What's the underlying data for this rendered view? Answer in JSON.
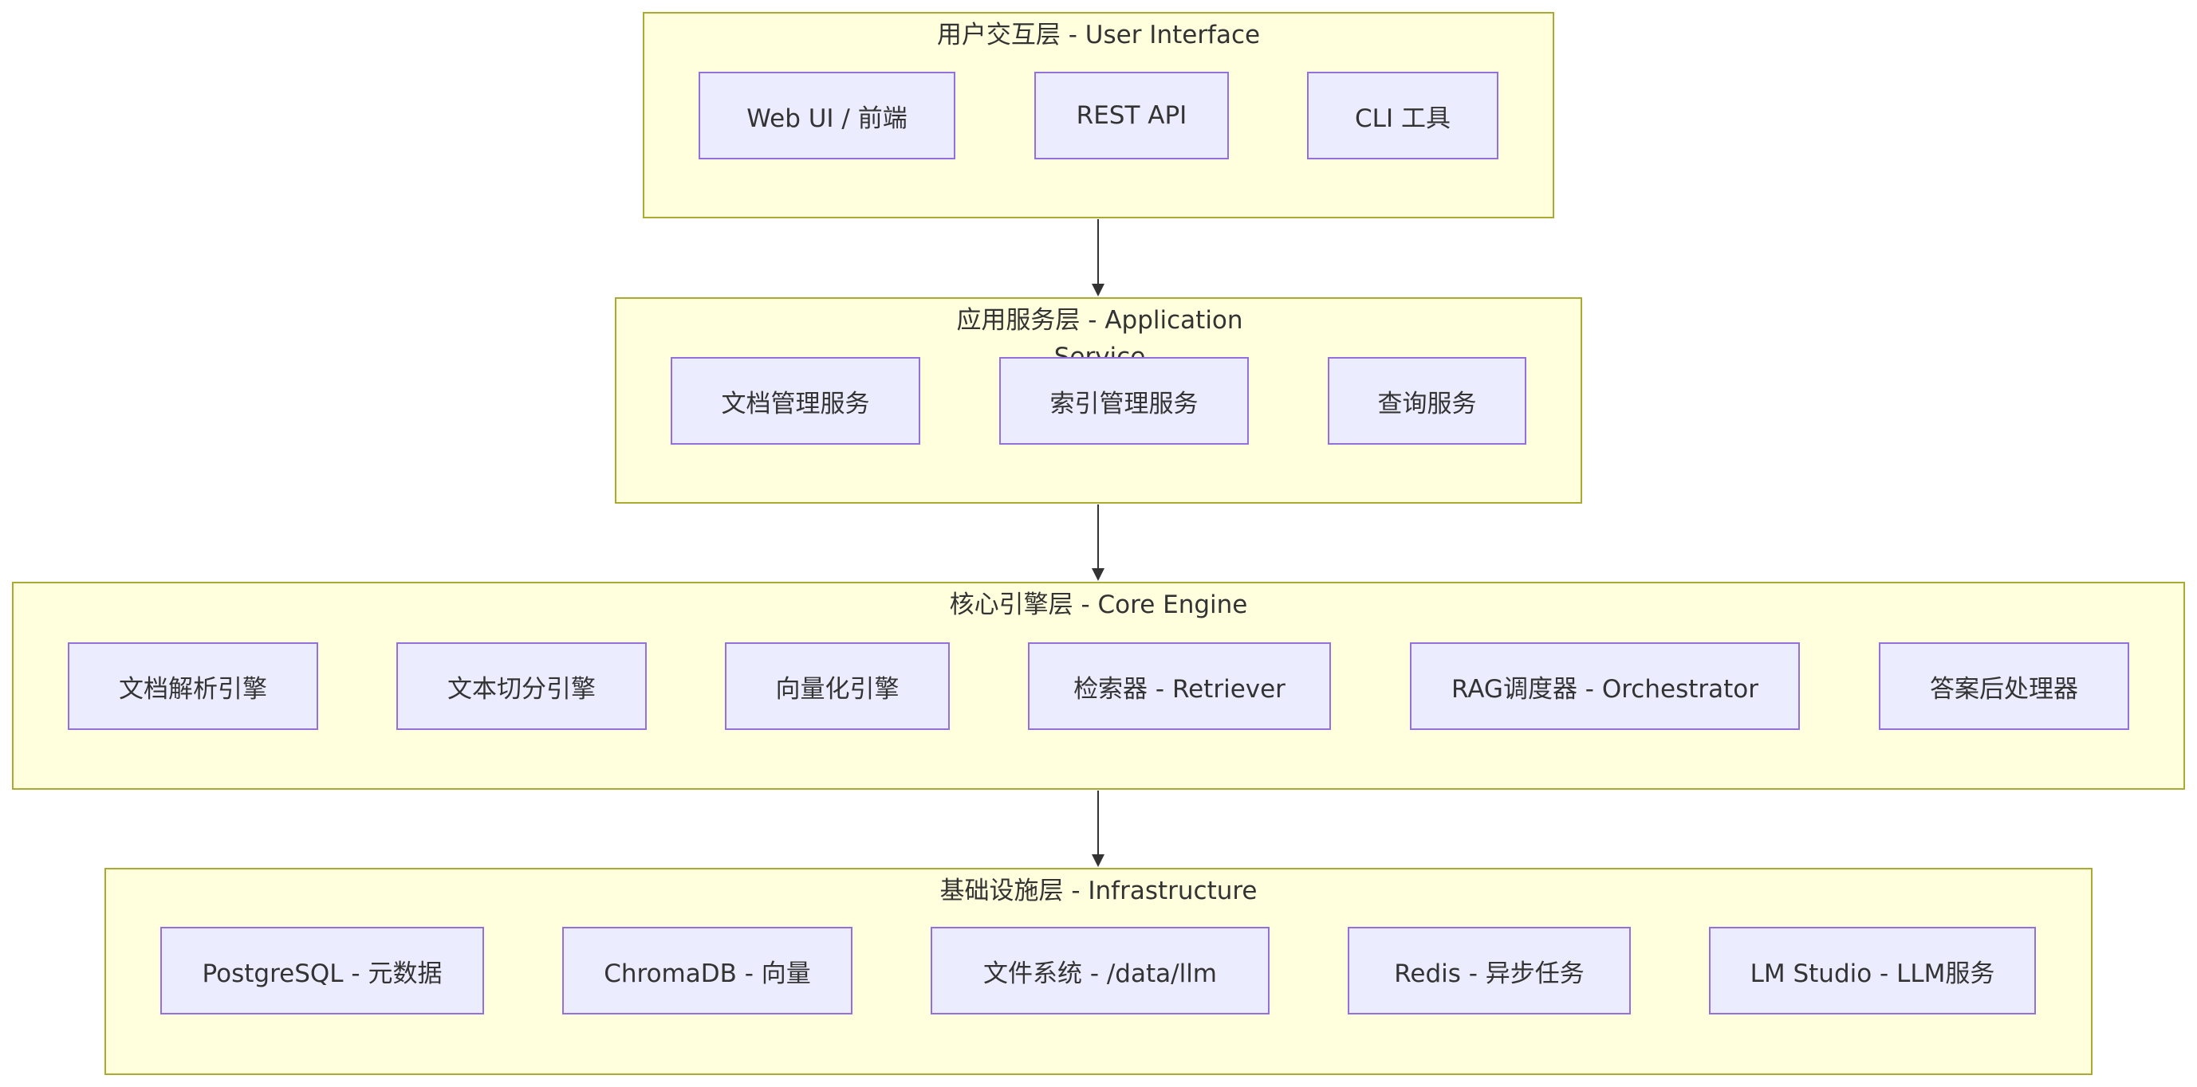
{
  "diagram": {
    "layers": {
      "ui": {
        "title": "用户交互层 - User Interface",
        "nodes": [
          "Web UI / 前端",
          "REST API",
          "CLI 工具"
        ]
      },
      "app": {
        "title": "应用服务层 - Application Service",
        "nodes": [
          "文档管理服务",
          "索引管理服务",
          "查询服务"
        ]
      },
      "core": {
        "title": "核心引擎层 - Core Engine",
        "nodes": [
          "文档解析引擎",
          "文本切分引擎",
          "向量化引擎",
          "检索器 - Retriever",
          "RAG调度器 - Orchestrator",
          "答案后处理器"
        ]
      },
      "infra": {
        "title": "基础设施层 - Infrastructure",
        "nodes": [
          "PostgreSQL - 元数据",
          "ChromaDB - 向量",
          "文件系统 - /data/llm",
          "Redis - 异步任务",
          "LM Studio - LLM服务"
        ]
      }
    },
    "colors": {
      "layer_fill": "#ffffde",
      "layer_border": "#aaaa33",
      "node_fill": "#ececff",
      "node_border": "#9370db",
      "text": "#333333",
      "arrow": "#333333"
    }
  }
}
